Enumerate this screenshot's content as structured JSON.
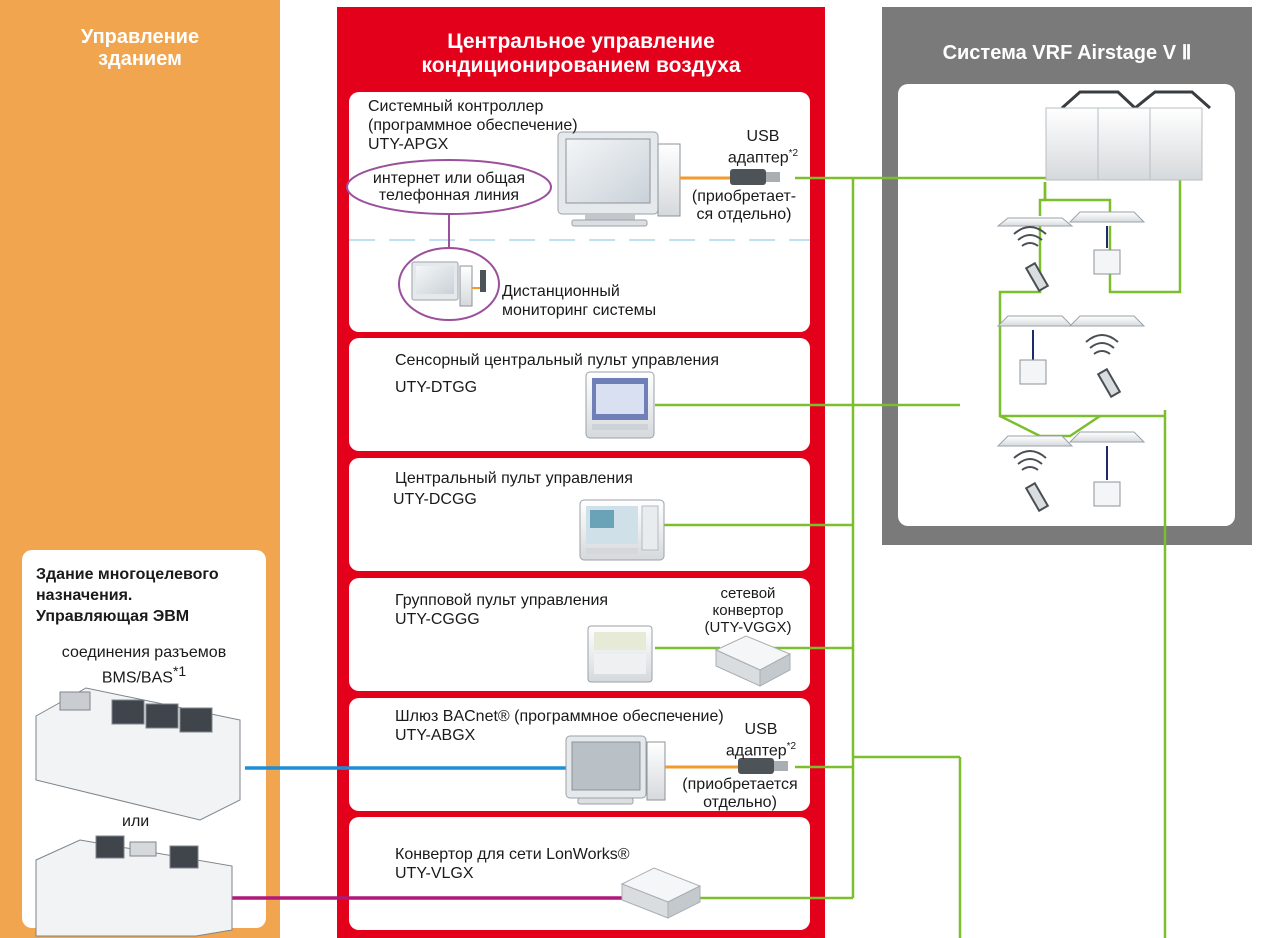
{
  "colors": {
    "orange": "#f0a54e",
    "red": "#e3001b",
    "gray": "#7a7a7a",
    "green_line": "#7bbf2e",
    "blue_line": "#1e8fd6",
    "magenta_line": "#b0187a",
    "orange_cable": "#f29a2e",
    "ellipse": "#9b4f9d",
    "dashed": "#bfe0f0"
  },
  "columns": {
    "building": {
      "title_line1": "Управление",
      "title_line2": "зданием"
    },
    "central": {
      "title_line1": "Центральное управление",
      "title_line2": "кондиционированием воздуха"
    },
    "vrf": {
      "title": "Система VRF Airstage V Ⅱ"
    }
  },
  "building_card": {
    "title_line1": "Здание многоцелевого",
    "title_line2": "назначения.",
    "title_line3": "Управляющая ЭВМ",
    "conn_line1": "соединения разъемов",
    "conn_line2": "BMS/BAS",
    "conn_sup": "*1",
    "or_text": "или"
  },
  "cards": {
    "system_controller": {
      "line1": "Системный контроллер",
      "line2": "(программное обеспечение)",
      "model": "UTY-APGX",
      "usb_line1": "USB",
      "usb_line2": "адаптер",
      "usb_sup": "*2",
      "sold_line1": "(приобретает-",
      "sold_line2": "ся отдельно)",
      "internet_line1": "интернет или общая",
      "internet_line2": "телефонная линия",
      "remote_line1": "Дистанционный",
      "remote_line2": "мониторинг системы"
    },
    "touch_panel": {
      "line1": "Сенсорный центральный пульт управления",
      "model": "UTY-DTGG"
    },
    "central_remote": {
      "line1": "Центральный пульт управления",
      "model": "UTY-DCGG"
    },
    "group_remote": {
      "line1": "Групповой пульт управления",
      "model": "UTY-CGGG",
      "conv_line1": "сетевой",
      "conv_line2": "конвертор",
      "conv_line3": "(UTY-VGGX)"
    },
    "bacnet": {
      "line1": "Шлюз BACnet® (программное обеспечение)",
      "model": "UTY-ABGX",
      "usb_line1": "USB",
      "usb_line2": "адаптер",
      "usb_sup": "*2",
      "sold_line1": "(приобретается",
      "sold_line2": "отдельно)"
    },
    "lonworks": {
      "line1": "Конвертор для сети LonWorks®",
      "model": "UTY-VLGX"
    }
  }
}
